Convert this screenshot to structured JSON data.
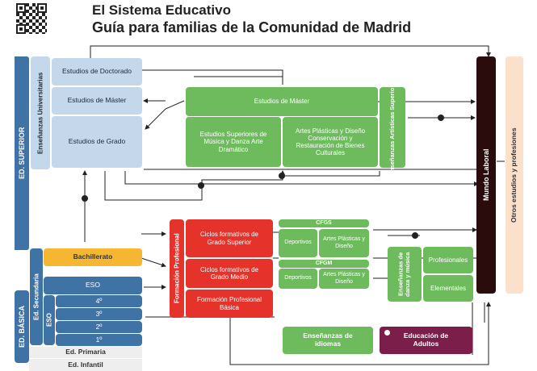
{
  "header": {
    "title_line1": "El Sistema Educativo",
    "title_line2": "Guía para familias de la Comunidad de Madrid"
  },
  "superior": {
    "label": "ED. SUPERIOR",
    "universitarias": "Enseñanzas Universitarias",
    "doctorado": "Estudios de Doctorado",
    "master": "Estudios de Máster",
    "grado": "Estudios de Grado"
  },
  "artisticas": {
    "master": "Estudios de Máster",
    "musica_danza": "Estudios Superiores de Música y Danza Arte Dramático",
    "artes_plasticas": "Artes Plásticas y Diseño Conservación y Restauración de Bienes Culturales",
    "superiores": "Enseñanzas Artísticas Superiores"
  },
  "mundo_laboral": "Mundo Laboral",
  "otros_estudios": "Otros estudios y profesiones",
  "basica": {
    "label": "ED. BÁSICA",
    "secundaria": "Ed. Secundaria",
    "bachillerato": "Bachillerato",
    "eso": "ESO",
    "eso_side": "ESO",
    "cursos": [
      "4º",
      "3º",
      "2º",
      "1º"
    ],
    "primaria": "Ed. Primaria",
    "infantil": "Ed. Infantil"
  },
  "fp": {
    "label": "Formación Profesional",
    "superior": "Ciclos formativos de Grado Superior",
    "medio": "Ciclos formativos de Grado Medio",
    "basica": "Formación Profesional Básica"
  },
  "cfgs": {
    "title": "CFGS",
    "deportivos": "Deportivos",
    "artes": "Artes Plásticas y Diseño"
  },
  "cfgm": {
    "title": "CFGM",
    "deportivos": "Deportivos",
    "artes": "Artes Plásticas y Diseño"
  },
  "danza_musica": {
    "label": "Enseñanzas de danza y música",
    "profesionales": "Profesionales",
    "elementales": "Elementales"
  },
  "idiomas": "Enseñanzas de idiomas",
  "adultos": "Educación de Adultos",
  "colors": {
    "dark_blue": "#3f73a6",
    "light_blue": "#c5d7ea",
    "green": "#6dbb5d",
    "red": "#e5322b",
    "yellow": "#f5b731",
    "maroon": "#7b1e4a",
    "dark_brown": "#2b0c0c",
    "peach": "#fbe0cc"
  }
}
